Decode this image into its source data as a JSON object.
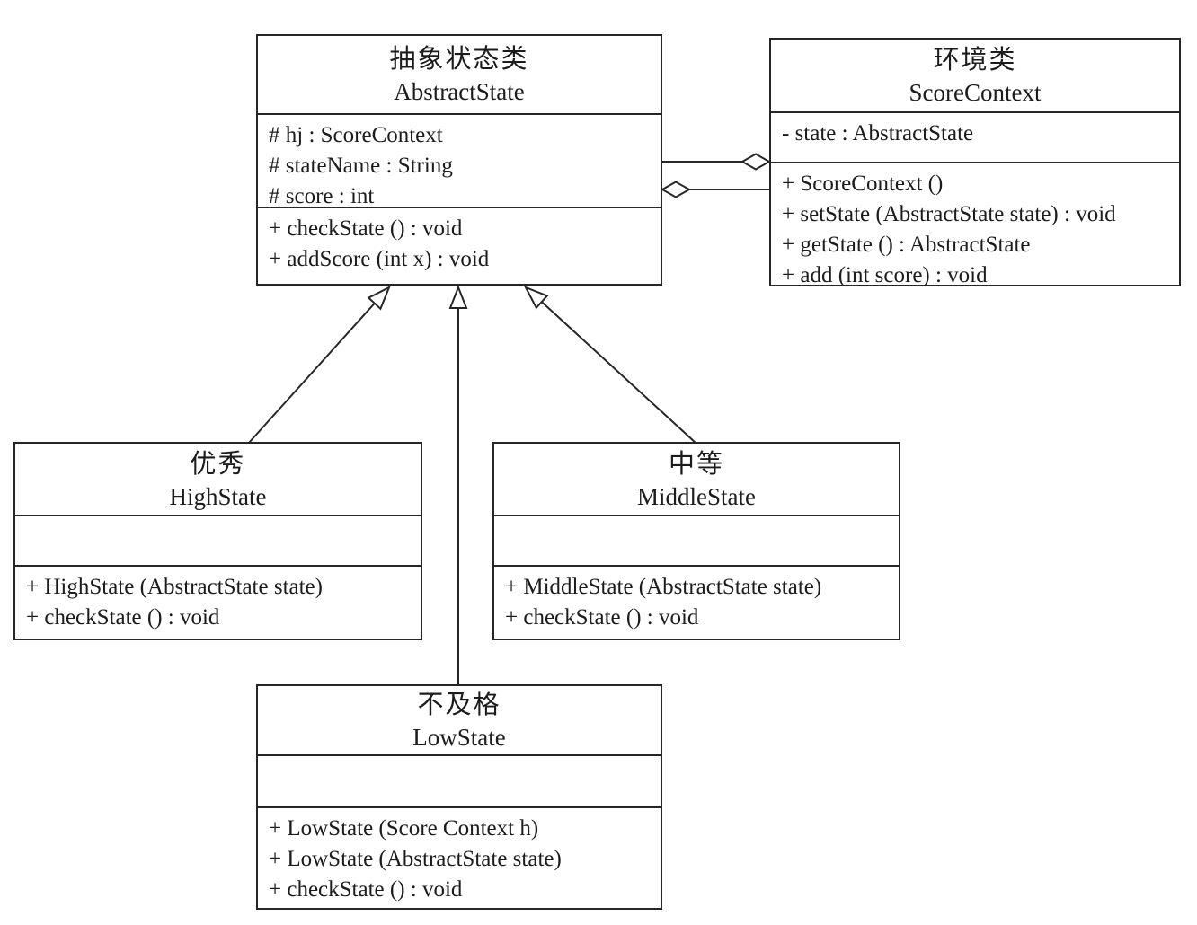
{
  "diagram": {
    "kind": "uml-class-diagram",
    "pattern": "State pattern (score context example)",
    "colors": {
      "line": "#262626",
      "background": "#ffffff",
      "text": "#1c1c1c"
    },
    "classes": {
      "abstract_state": {
        "name_cn": "抽象状态类",
        "name_en": "AbstractState",
        "attributes": [
          "# hj : ScoreContext",
          "# stateName : String",
          "# score : int"
        ],
        "methods": [
          "+ checkState () : void",
          "+ addScore (int x) : void"
        ]
      },
      "score_context": {
        "name_cn": "环境类",
        "name_en": "ScoreContext",
        "attributes": [
          "- state : AbstractState"
        ],
        "methods": [
          "+ ScoreContext ()",
          "+ setState (AbstractState state) : void",
          "+ getState () : AbstractState",
          "+ add (int score) : void"
        ]
      },
      "high_state": {
        "name_cn": "优秀",
        "name_en": "HighState",
        "attributes": [],
        "methods": [
          "+ HighState (AbstractState state)",
          "+ checkState () : void"
        ]
      },
      "middle_state": {
        "name_cn": "中等",
        "name_en": "MiddleState",
        "attributes": [],
        "methods": [
          "+ MiddleState (AbstractState state)",
          "+ checkState () : void"
        ]
      },
      "low_state": {
        "name_cn": "不及格",
        "name_en": "LowState",
        "attributes": [],
        "methods": [
          "+ LowState (Score Context h)",
          "+ LowState (AbstractState state)",
          "+ checkState () : void"
        ]
      }
    },
    "relationships": [
      {
        "type": "generalization",
        "from": "HighState",
        "to": "AbstractState",
        "marker": "hollow-triangle"
      },
      {
        "type": "generalization",
        "from": "LowState",
        "to": "AbstractState",
        "marker": "hollow-triangle"
      },
      {
        "type": "generalization",
        "from": "MiddleState",
        "to": "AbstractState",
        "marker": "hollow-triangle"
      },
      {
        "type": "aggregation",
        "from": "AbstractState",
        "to": "ScoreContext",
        "marker": "hollow-diamond-at-ScoreContext"
      },
      {
        "type": "aggregation",
        "from": "ScoreContext",
        "to": "AbstractState",
        "marker": "hollow-diamond-at-AbstractState"
      }
    ]
  }
}
